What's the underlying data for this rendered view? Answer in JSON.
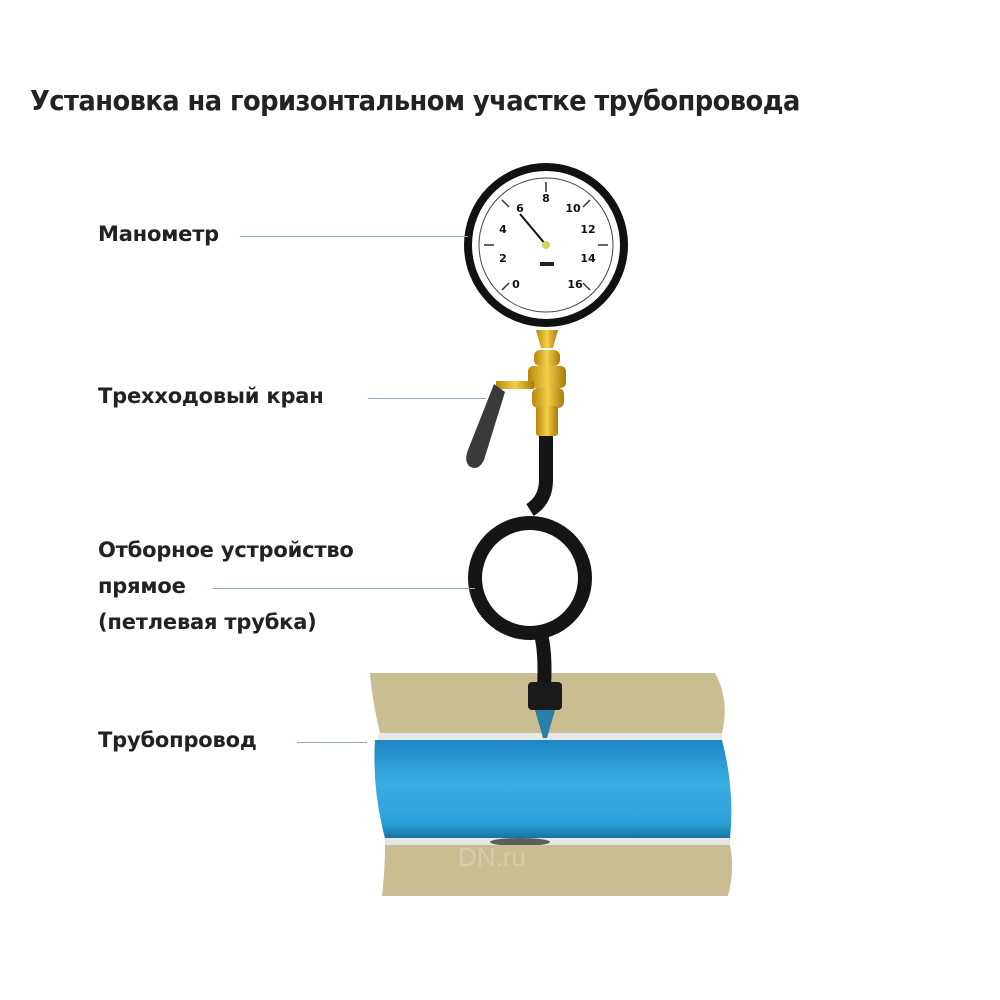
{
  "title": "Установка на горизонтальном участке трубопровода",
  "labels": {
    "gauge": "Манометр",
    "valve": "Трехходовый кран",
    "siphon_line1": "Отборное устройство",
    "siphon_line2": "прямое",
    "siphon_line3": "(петлевая трубка)",
    "pipeline": "Трубопровод"
  },
  "gauge_scale": [
    "0",
    "2",
    "4",
    "6",
    "8",
    "10",
    "12",
    "14",
    "16"
  ],
  "watermark": "DN.ru",
  "colors": {
    "pipe_blue": "#2f9fd6",
    "insulation": "#c9bd92",
    "brass": "#e0b21e",
    "siphon": "#151515",
    "leader_line": "#8fa8c0"
  }
}
